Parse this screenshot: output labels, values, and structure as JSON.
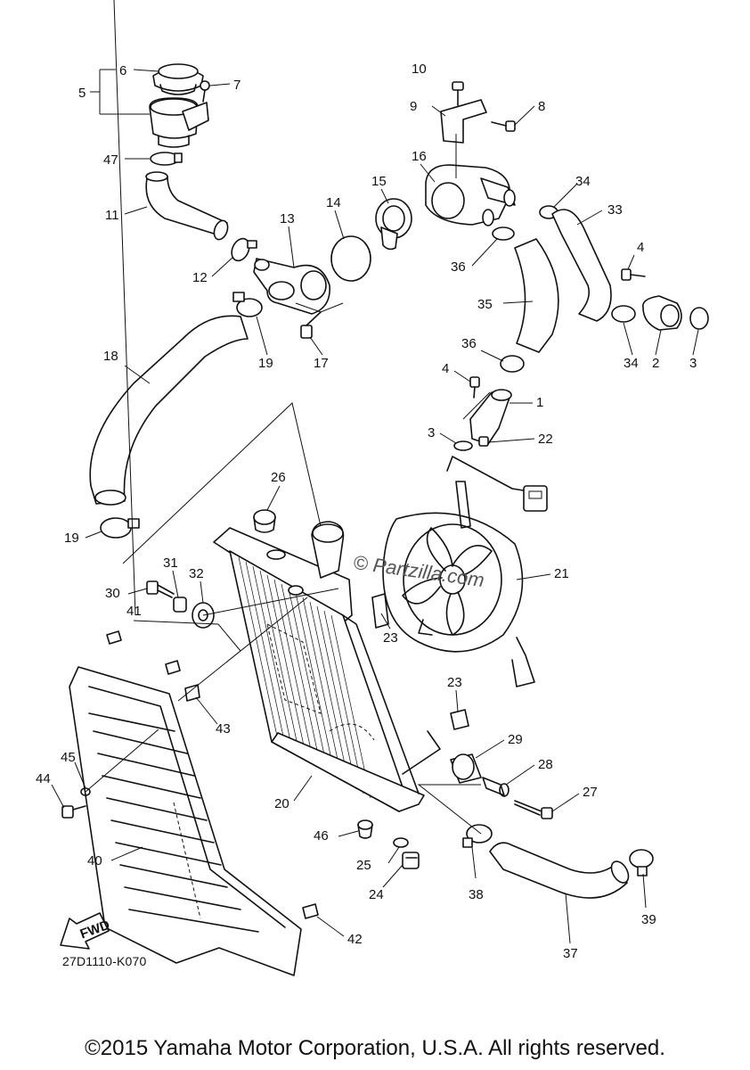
{
  "diagram": {
    "code": "27D1110-K070",
    "copyright": "©2015 Yamaha Motor Corporation, U.S.A. All rights reserved.",
    "watermark": "© Partzilla.com",
    "fwd_label": "FWD",
    "callouts": [
      {
        "id": "6",
        "label": "6"
      },
      {
        "id": "5",
        "label": "5"
      },
      {
        "id": "7",
        "label": "7"
      },
      {
        "id": "47",
        "label": "47"
      },
      {
        "id": "11",
        "label": "11"
      },
      {
        "id": "12",
        "label": "12"
      },
      {
        "id": "13",
        "label": "13"
      },
      {
        "id": "14",
        "label": "14"
      },
      {
        "id": "15",
        "label": "15"
      },
      {
        "id": "16",
        "label": "16"
      },
      {
        "id": "10",
        "label": "10"
      },
      {
        "id": "9",
        "label": "9"
      },
      {
        "id": "8",
        "label": "8"
      },
      {
        "id": "34a",
        "label": "34"
      },
      {
        "id": "33",
        "label": "33"
      },
      {
        "id": "36a",
        "label": "36"
      },
      {
        "id": "4a",
        "label": "4"
      },
      {
        "id": "35",
        "label": "35"
      },
      {
        "id": "34b",
        "label": "34"
      },
      {
        "id": "2",
        "label": "2"
      },
      {
        "id": "3a",
        "label": "3"
      },
      {
        "id": "17",
        "label": "17"
      },
      {
        "id": "19a",
        "label": "19"
      },
      {
        "id": "18",
        "label": "18"
      },
      {
        "id": "36b",
        "label": "36"
      },
      {
        "id": "4b",
        "label": "4"
      },
      {
        "id": "1",
        "label": "1"
      },
      {
        "id": "3b",
        "label": "3"
      },
      {
        "id": "22",
        "label": "22"
      },
      {
        "id": "26",
        "label": "26"
      },
      {
        "id": "21",
        "label": "21"
      },
      {
        "id": "19b",
        "label": "19"
      },
      {
        "id": "31",
        "label": "31"
      },
      {
        "id": "32",
        "label": "32"
      },
      {
        "id": "30",
        "label": "30"
      },
      {
        "id": "41",
        "label": "41"
      },
      {
        "id": "23a",
        "label": "23"
      },
      {
        "id": "23b",
        "label": "23"
      },
      {
        "id": "43",
        "label": "43"
      },
      {
        "id": "29",
        "label": "29"
      },
      {
        "id": "45",
        "label": "45"
      },
      {
        "id": "44",
        "label": "44"
      },
      {
        "id": "28",
        "label": "28"
      },
      {
        "id": "20",
        "label": "20"
      },
      {
        "id": "27",
        "label": "27"
      },
      {
        "id": "46",
        "label": "46"
      },
      {
        "id": "40",
        "label": "40"
      },
      {
        "id": "25",
        "label": "25"
      },
      {
        "id": "24",
        "label": "24"
      },
      {
        "id": "38",
        "label": "38"
      },
      {
        "id": "39",
        "label": "39"
      },
      {
        "id": "42",
        "label": "42"
      },
      {
        "id": "37",
        "label": "37"
      }
    ]
  }
}
